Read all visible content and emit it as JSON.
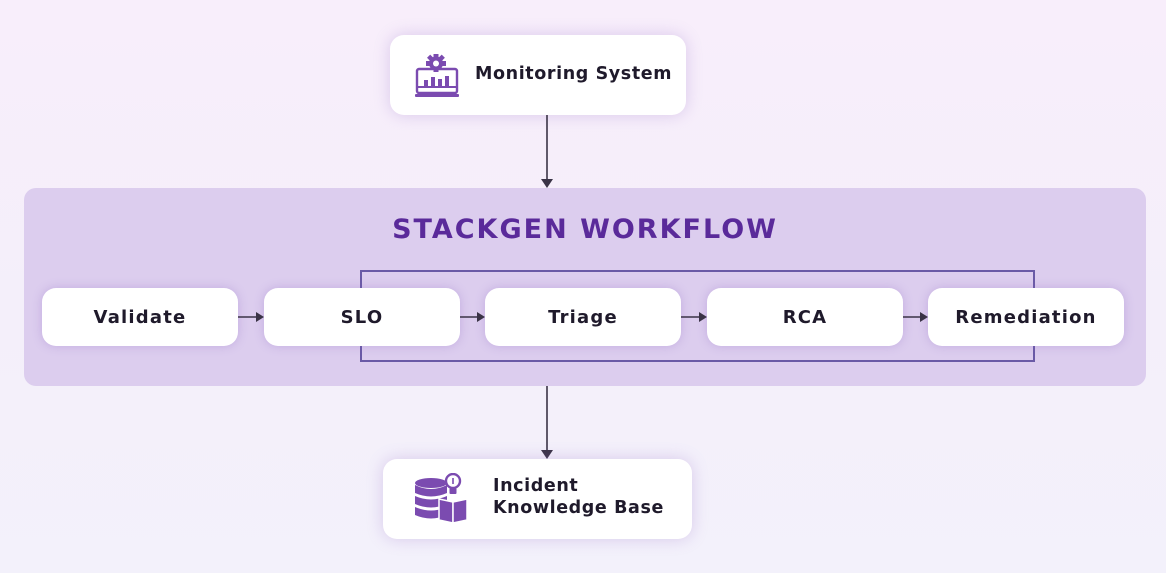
{
  "monitoring": {
    "label": "Monitoring System",
    "icon": "monitoring-dashboard-icon"
  },
  "workflow": {
    "title": "STACKGEN WORKFLOW",
    "stages": [
      "Validate",
      "SLO",
      "Triage",
      "RCA",
      "Remediation"
    ]
  },
  "knowledge_base": {
    "label_line1": "Incident",
    "label_line2": "Knowledge Base",
    "icon": "database-knowledge-icon"
  },
  "colors": {
    "accent": "#5a2a9a",
    "icon": "#7b4bb0",
    "panel": "#dccdee",
    "connector": "#3a3346"
  }
}
